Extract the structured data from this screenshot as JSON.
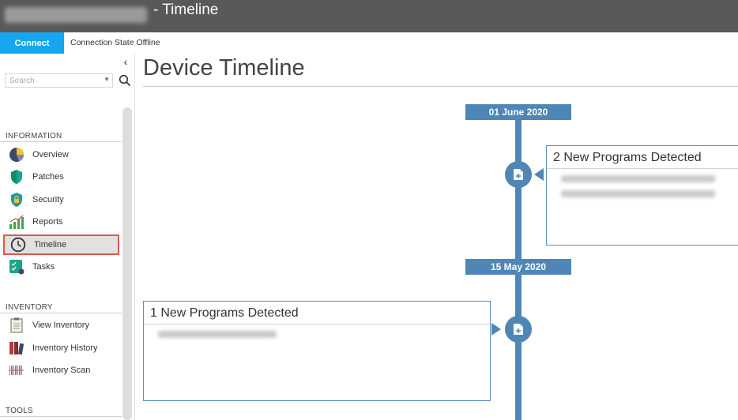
{
  "window": {
    "title": "- Timeline"
  },
  "connection": {
    "button_label": "Connect",
    "state_text": "Connection State Offline"
  },
  "sidebar": {
    "search_placeholder": "Search",
    "sections": {
      "information": "INFORMATION",
      "inventory": "INVENTORY",
      "tools": "TOOLS"
    },
    "information_items": [
      {
        "label": "Overview",
        "icon": "pie-chart-icon"
      },
      {
        "label": "Patches",
        "icon": "shield-icon"
      },
      {
        "label": "Security",
        "icon": "lock-shield-icon"
      },
      {
        "label": "Reports",
        "icon": "bar-chart-icon"
      },
      {
        "label": "Timeline",
        "icon": "clock-icon",
        "selected": true
      },
      {
        "label": "Tasks",
        "icon": "checklist-icon"
      }
    ],
    "inventory_items": [
      {
        "label": "View Inventory",
        "icon": "clipboard-icon"
      },
      {
        "label": "Inventory History",
        "icon": "binders-icon"
      },
      {
        "label": "Inventory Scan",
        "icon": "barcode-icon"
      }
    ]
  },
  "main": {
    "page_title": "Device Timeline",
    "timeline": [
      {
        "date": "01 June 2020",
        "card_title": "2 New Programs Detected",
        "side": "right"
      },
      {
        "date": "15 May 2020",
        "card_title": "1 New Programs Detected",
        "side": "left"
      }
    ]
  },
  "colors": {
    "accent": "#16a6ef",
    "timeline": "#4f86b6",
    "selection_outline": "#e0564e",
    "titlebar": "#595959"
  }
}
